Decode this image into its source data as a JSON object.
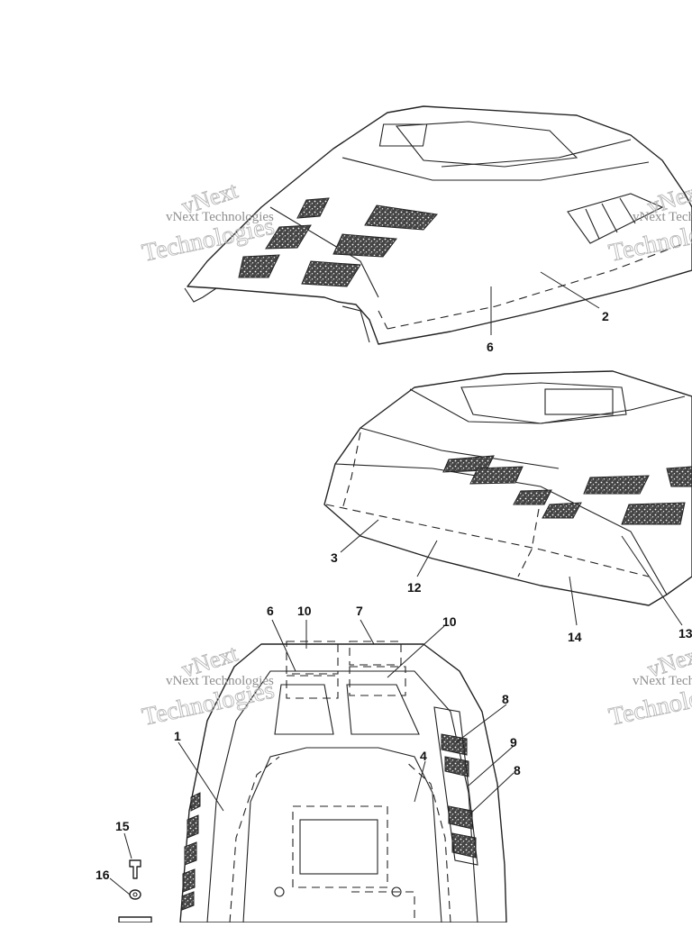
{
  "watermark": {
    "line1": "vNext",
    "line2": "Technologies",
    "small": "vNext Technologies"
  },
  "callouts": {
    "top_view": [
      "6",
      "2"
    ],
    "middle_view": [
      "3",
      "12",
      "14",
      "13"
    ],
    "bottom_view": [
      "6",
      "10",
      "7",
      "10",
      "8",
      "9",
      "8",
      "1",
      "4",
      "15",
      "16"
    ]
  }
}
